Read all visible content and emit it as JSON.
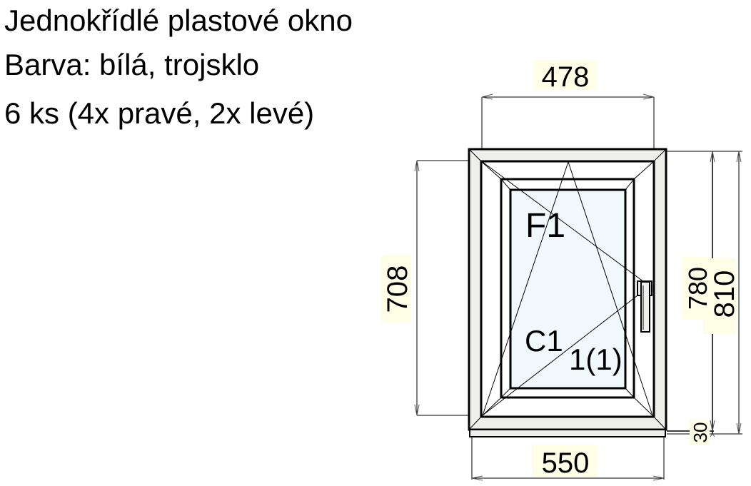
{
  "header": {
    "lines": [
      "Jednokřídlé plastové okno",
      "Barva: bílá, trojsklo",
      "6 ks (4x pravé, 2x levé)"
    ]
  },
  "drawing": {
    "sash_label": "F1",
    "glass_label": "C1",
    "position_label": "1(1)",
    "opening_type": "tilt-and-turn",
    "colors": {
      "frame_fill": "#eeeeea",
      "glass_fill": "#f0f8fc",
      "dimension_label_bg": "#fefee6",
      "line": "#000000"
    }
  },
  "dimensions": {
    "top_width": "478",
    "left_height": "708",
    "right_inner_height": "780",
    "right_total_height": "810",
    "sill_height": "30",
    "bottom_width": "550"
  }
}
